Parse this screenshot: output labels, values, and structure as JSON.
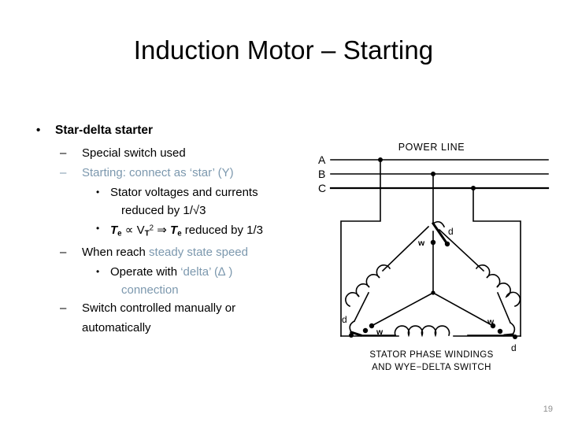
{
  "slide": {
    "title": "Induction Motor – Starting",
    "page_number": "19",
    "accent_color": "#7c98ae",
    "text_color": "#000000",
    "background_color": "#ffffff"
  },
  "bullets": {
    "level1": {
      "marker": "•",
      "text": "Star-delta starter"
    },
    "items": [
      {
        "level": 2,
        "marker": "–",
        "text": "Special switch used",
        "accent": false
      },
      {
        "level": 2,
        "marker": "–",
        "text": "Starting: connect as ‘star’ (Y)",
        "accent": true
      },
      {
        "level": 3,
        "marker": "•",
        "text": "Stator voltages and currents",
        "accent": false
      },
      {
        "level": 3,
        "marker": "",
        "text": "reduced by 1/√3",
        "accent": false,
        "continuation": true
      },
      {
        "level": 3,
        "marker": "•",
        "math": true,
        "accent": false
      },
      {
        "level": 2,
        "marker": "–",
        "text_plain": "When reach ",
        "text_accent": "steady state speed",
        "accent": false
      },
      {
        "level": 3,
        "marker": "•",
        "text_plain": "Operate with ",
        "text_accent": "‘delta’ (∆ )",
        "accent": false
      },
      {
        "level": 3,
        "marker": "",
        "text": "connection",
        "accent": true,
        "continuation": true
      },
      {
        "level": 2,
        "marker": "–",
        "text": "Switch controlled manually or",
        "accent": false
      },
      {
        "level": 2,
        "marker": "",
        "text": "automatically",
        "accent": false,
        "continuation": true
      }
    ],
    "torque_formula": {
      "symbol_t": "T",
      "sub_e": "e",
      "proportional": "∝",
      "symbol_v": "V",
      "sub_t": "T",
      "sup_2": "2",
      "implies": "⇒",
      "tail": " reduced by 1/3"
    }
  },
  "diagram": {
    "power_line_label": "POWER LINE",
    "phase_labels": [
      "A",
      "B",
      "C"
    ],
    "caption_line1": "STATOR PHASE WINDINGS",
    "caption_line2": "AND WYE−DELTA SWITCH",
    "switch_labels": {
      "wye": "w",
      "delta": "d"
    },
    "contact_markers": [
      "w",
      "d",
      "d",
      "w",
      "w",
      "d"
    ]
  },
  "ghost_text": {
    "lines": [
      "",
      "",
      "",
      "",
      "",
      "",
      "",
      "",
      ""
    ]
  }
}
